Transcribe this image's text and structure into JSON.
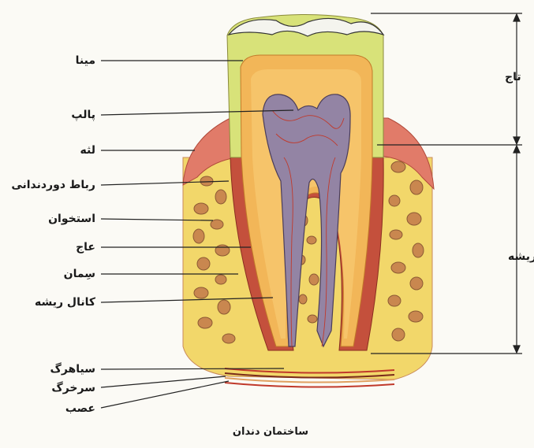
{
  "labels": {
    "enamel": "مینا",
    "pulp": "پالپ",
    "gum": "لثه",
    "periodontal_ligament": "رباط دوردندانی",
    "bone": "استخوان",
    "dentin": "عاج",
    "cementum": "سِمان",
    "root_canal": "کانال ریشه",
    "vein": "سیاهرگ",
    "artery": "سرخرگ",
    "nerve": "عصب",
    "crown": "تاج",
    "root": "ریشه"
  },
  "caption": "ساختمان دندان",
  "colors": {
    "enamel": "#d9e27a",
    "dentin": "#f3b95a",
    "pulp": "#8f7fa0",
    "gum": "#e07a6a",
    "bone": "#f3dc6e",
    "bone_holes": "#c98a5a",
    "cementum": "#b94b3a",
    "vessels": "#c0392b"
  }
}
